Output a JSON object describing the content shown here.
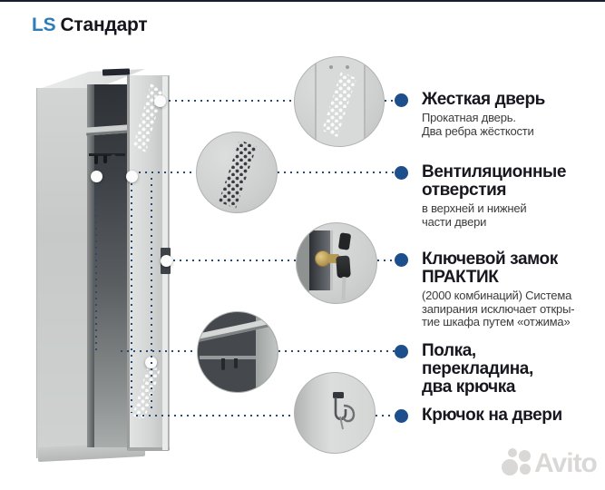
{
  "page": {
    "title_ls": "LS",
    "title_rest": "Стандарт"
  },
  "features": [
    {
      "title_lines": [
        "Жесткая дверь"
      ],
      "desc_lines": [
        "Прокатная дверь.",
        "Два ребра жёсткости"
      ]
    },
    {
      "title_lines": [
        "Вентиляционные",
        "отверстия"
      ],
      "desc_lines": [
        "в верхней и нижней",
        "части двери"
      ]
    },
    {
      "title_lines": [
        "Ключевой замок",
        "ПРАКТИК"
      ],
      "desc_lines": [
        "(2000 комбинаций) Система",
        "запирания исключает откры-",
        "тие шкафа путем «отжима»"
      ]
    },
    {
      "title_lines": [
        "Полка, перекладина,",
        "два крючка"
      ],
      "desc_lines": []
    },
    {
      "title_lines": [
        "Крючок на двери"
      ],
      "desc_lines": []
    }
  ],
  "callouts": [
    "door-exterior-closeup",
    "ventilation-holes-closeup",
    "key-lock-closeup",
    "shelf-rail-closeup",
    "door-hook-closeup"
  ],
  "watermark": {
    "text": "Avito"
  },
  "colors": {
    "accent_blue": "#2e7cb8",
    "bullet_navy": "#1d4f8c",
    "leader_dots": "#2b4a70",
    "heading_text": "#17171f",
    "locker_gray": "#cdd0cf"
  }
}
